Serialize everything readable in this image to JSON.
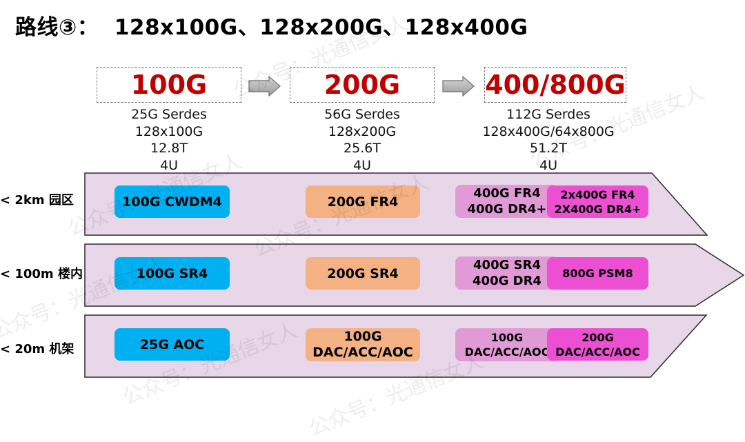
{
  "title": "路线③：  128x100G、128x200G、128x400G",
  "generations": [
    {
      "label": "100G",
      "info": [
        "25G Serdes",
        "128x100G",
        "12.8T",
        "4U"
      ]
    },
    {
      "label": "200G",
      "info": [
        "56G Serdes",
        "128x200G",
        "25.6T",
        "4U"
      ]
    },
    {
      "label": "400/800G",
      "info": [
        "112G Serdes",
        "128x400G/64x800G",
        "51.2T",
        "4U"
      ]
    }
  ],
  "rows": [
    {
      "label": "< 2km 园区",
      "gen100": [
        "100G CWDM4"
      ],
      "gen200": [
        "200G FR4"
      ],
      "gen400": [
        "400G FR4",
        "400G DR4+"
      ],
      "gen800": [
        "2x400G FR4",
        "2X400G DR4+"
      ]
    },
    {
      "label": "< 100m 楼内",
      "gen100": [
        "100G SR4"
      ],
      "gen200": [
        "200G SR4"
      ],
      "gen400": [
        "400G SR4",
        "400G DR4"
      ],
      "gen800": [
        "800G PSM8"
      ]
    },
    {
      "label": "< 20m 机架",
      "gen100": [
        "25G AOC"
      ],
      "gen200": [
        "100G",
        "DAC/ACC/AOC"
      ],
      "gen400": [
        "100G",
        "DAC/ACC/AOC"
      ],
      "gen800": [
        "200G",
        "DAC/ACC/AOC"
      ]
    }
  ],
  "watermark": "公众号：光通信女人",
  "colors": {
    "title_gen": "#c00000",
    "band_fill": "#e7d7e9",
    "blue": "#00b0f0",
    "orange": "#f4b183",
    "pink_light": "#e19ad6",
    "pink_dark": "#ec4fd2"
  }
}
